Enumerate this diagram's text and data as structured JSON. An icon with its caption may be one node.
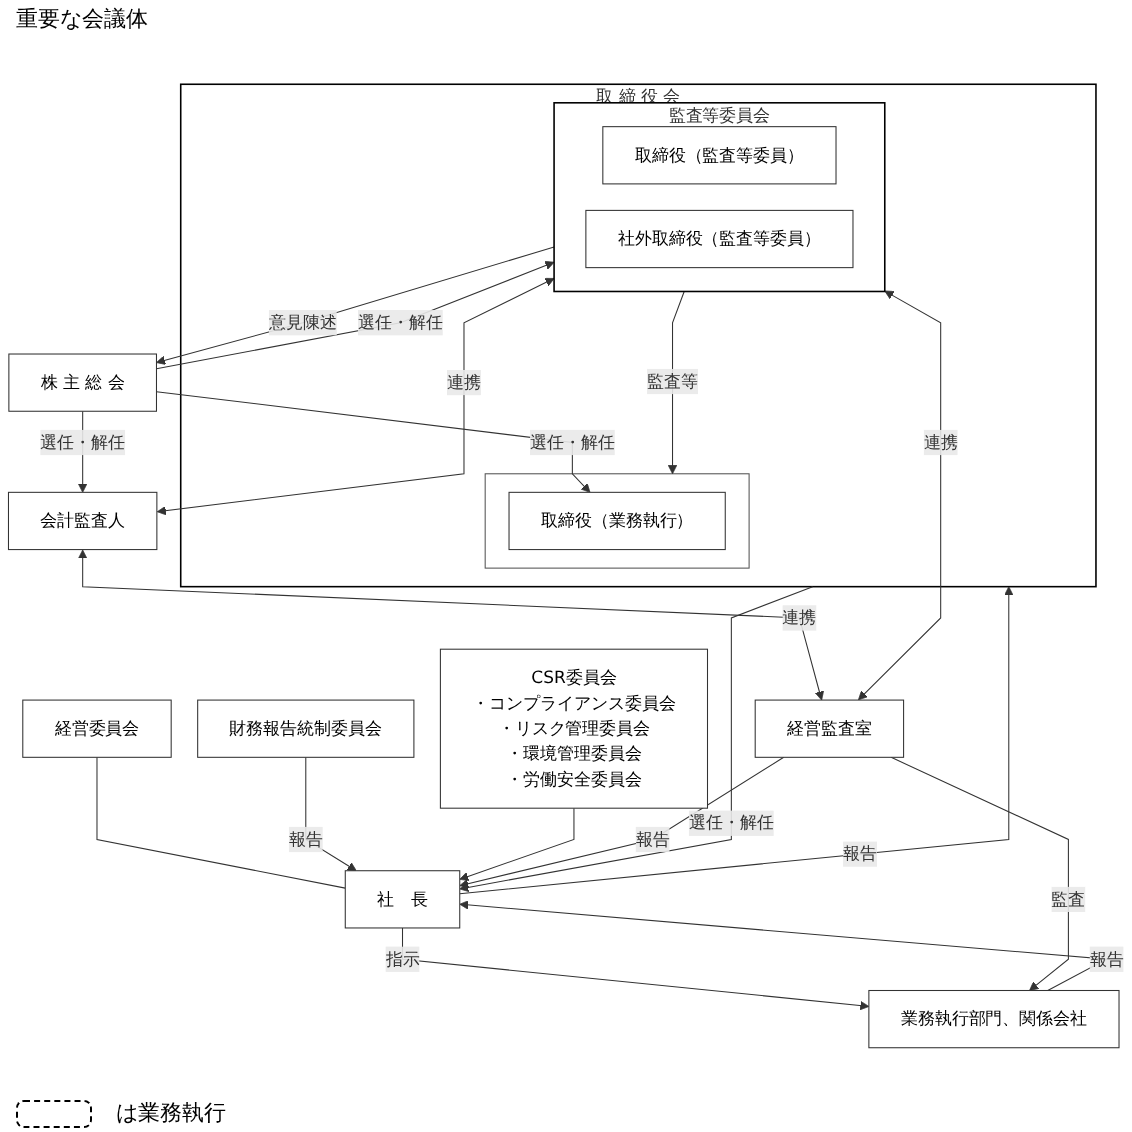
{
  "diagram": {
    "nodes": [
      {
        "text": [
          "株 主 総 会"
        ]
      },
      {
        "text": [
          "会計監査人"
        ]
      },
      {
        "text": [
          "取 締 役 会"
        ]
      },
      {
        "text": [],
        "shape": "box",
        "in": 2
      },
      {
        "text": [
          "取締役（業務執行）"
        ],
        "in": 3
      },
      {
        "text": [
          "監査等委員会"
        ],
        "in": 2
      },
      {
        "text": [
          "取締役（監査等委員）"
        ],
        "in": 5
      },
      {
        "text": [
          "社外取締役（監査等委員）"
        ],
        "in": 5
      },
      {
        "text": [
          "社　長"
        ]
      },
      {
        "text": [
          "経営委員会"
        ]
      },
      {
        "text": [
          "財務報告統制委員会"
        ]
      },
      {
        "text": [
          "CSR委員会",
          "・コンプライアンス委員会",
          "・リスク管理委員会",
          "・環境管理委員会",
          "・労働安全委員会"
        ]
      },
      {
        "text": [
          "経営監査室"
        ]
      },
      {
        "text": [
          "業務執行部門、関係会社"
        ]
      }
    ],
    "edges": [
      {
        "from": 0,
        "to": 1,
        "arrow": "to",
        "label": "選任・解任"
      },
      {
        "from": 0,
        "to": 4,
        "arrow": "to",
        "label": "選任・解任"
      },
      {
        "from": 0,
        "to": 5,
        "arrow": "to",
        "label": "選任・解任"
      },
      {
        "from": 5,
        "to": 0,
        "arrow": "to",
        "label": "意見陳述"
      },
      {
        "from": 5,
        "to": 3,
        "arrow": "to",
        "label": "監査等"
      },
      {
        "from": 1,
        "to": 5,
        "arrow": "both",
        "label": "連携"
      },
      {
        "from": 12,
        "to": 5,
        "arrow": "both",
        "label": "連携"
      },
      {
        "from": 1,
        "to": 12,
        "arrow": "both",
        "label": "連携"
      },
      {
        "from": 8,
        "to": 2,
        "arrow": "to",
        "label": "報告"
      },
      {
        "from": 2,
        "to": 8,
        "arrow": "to",
        "label": "選任・解任"
      },
      {
        "from": 9,
        "to": 8,
        "arrow": "none"
      },
      {
        "from": 10,
        "to": 8,
        "arrow": "to",
        "label": "報告"
      },
      {
        "from": 11,
        "to": 8,
        "arrow": "to"
      },
      {
        "from": 12,
        "to": 8,
        "arrow": "to",
        "label": "報告"
      },
      {
        "from": 13,
        "to": 8,
        "arrow": "to",
        "label": "報告"
      },
      {
        "from": 8,
        "to": 13,
        "arrow": "to",
        "label": "指示"
      },
      {
        "from": 12,
        "to": 13,
        "arrow": "to",
        "label": "監査"
      }
    ],
    "labels": [
      "重要な会議体"
    ],
    "legend": [
      {
        "text": "は業務執行"
      }
    ]
  }
}
